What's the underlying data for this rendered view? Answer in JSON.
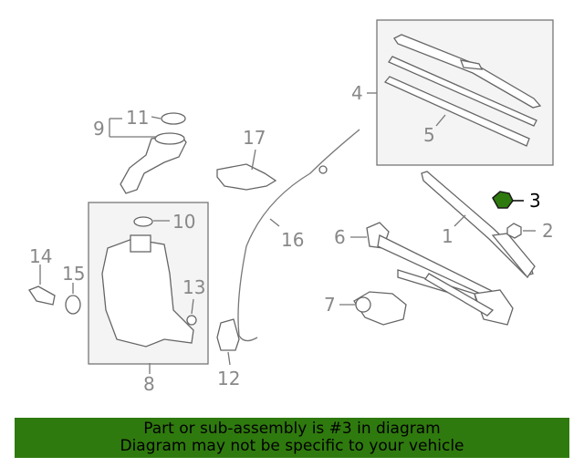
{
  "diagram": {
    "callouts": [
      "1",
      "2",
      "3",
      "4",
      "5",
      "6",
      "7",
      "8",
      "9",
      "10",
      "11",
      "12",
      "13",
      "14",
      "15",
      "16",
      "17"
    ],
    "highlight_callout": "3",
    "highlight_color": "#2f7a0e"
  },
  "banner": {
    "line1": "Part or sub-assembly is #3 in diagram",
    "line2": "Diagram may not be specific to your vehicle"
  }
}
